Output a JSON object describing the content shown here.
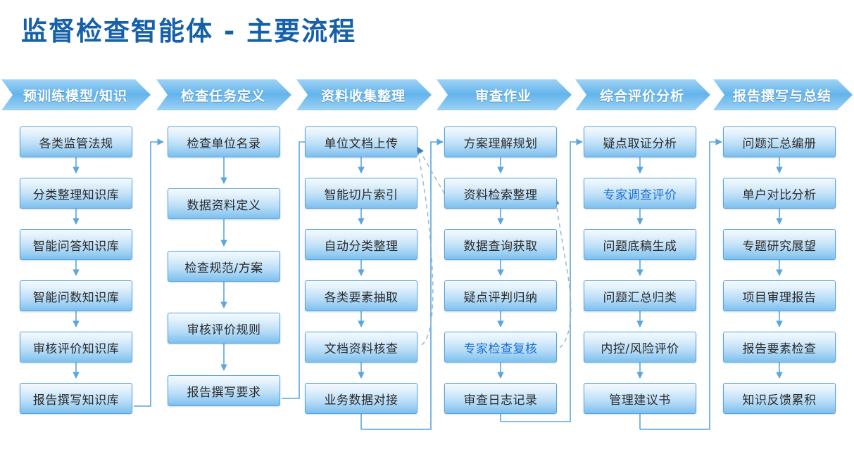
{
  "title": "监督检查智能体 - 主要流程",
  "theme": {
    "title_color": "#1560a8",
    "header_gradient_from": "#9fd3f5",
    "header_gradient_to": "#63b4ec",
    "box_border": "#5ba3dd",
    "box_text": "#2b2b2b",
    "accent_text": "#1b6fd0",
    "connector": "#5aa6de",
    "dashed_connector": "#9bb8cc"
  },
  "columns": [
    {
      "header": "预训练模型/知识",
      "nodes": [
        {
          "label": "各类监管法规",
          "accent": false
        },
        {
          "label": "分类整理知识库",
          "accent": false
        },
        {
          "label": "智能问答知识库",
          "accent": false
        },
        {
          "label": "智能问数知识库",
          "accent": false
        },
        {
          "label": "审核评价知识库",
          "accent": false
        },
        {
          "label": "报告撰写知识库",
          "accent": false
        }
      ]
    },
    {
      "header": "检查任务定义",
      "nodes": [
        {
          "label": "检查单位名录",
          "accent": false
        },
        {
          "label": "数据资料定义",
          "accent": false
        },
        {
          "label": "检查规范/方案",
          "accent": false
        },
        {
          "label": "审核评价规则",
          "accent": false
        },
        {
          "label": "报告撰写要求",
          "accent": false
        }
      ]
    },
    {
      "header": "资料收集整理",
      "nodes": [
        {
          "label": "单位文档上传",
          "accent": false
        },
        {
          "label": "智能切片索引",
          "accent": false
        },
        {
          "label": "自动分类整理",
          "accent": false
        },
        {
          "label": "各类要素抽取",
          "accent": false
        },
        {
          "label": "文档资料核查",
          "accent": false
        },
        {
          "label": "业务数据对接",
          "accent": false
        }
      ]
    },
    {
      "header": "审查作业",
      "nodes": [
        {
          "label": "方案理解规划",
          "accent": false
        },
        {
          "label": "资料检索整理",
          "accent": false
        },
        {
          "label": "数据查询获取",
          "accent": false
        },
        {
          "label": "疑点评判归纳",
          "accent": false
        },
        {
          "label": "专家检查复核",
          "accent": true
        },
        {
          "label": "审查日志记录",
          "accent": false
        }
      ]
    },
    {
      "header": "综合评价分析",
      "nodes": [
        {
          "label": "疑点取证分析",
          "accent": false
        },
        {
          "label": "专家调查评价",
          "accent": true
        },
        {
          "label": "问题底稿生成",
          "accent": false
        },
        {
          "label": "问题汇总归类",
          "accent": false
        },
        {
          "label": "内控/风险评价",
          "accent": false
        },
        {
          "label": "管理建议书",
          "accent": false
        }
      ]
    },
    {
      "header": "报告撰写与总结",
      "nodes": [
        {
          "label": "问题汇总编册",
          "accent": false
        },
        {
          "label": "单户对比分析",
          "accent": false
        },
        {
          "label": "专题研究展望",
          "accent": false
        },
        {
          "label": "项目审理报告",
          "accent": false
        },
        {
          "label": "报告要素检查",
          "accent": false
        },
        {
          "label": "知识反馈累积",
          "accent": false
        }
      ]
    }
  ],
  "feedback_links": [
    {
      "from": "文档资料核查",
      "to": "单位文档上传",
      "style": "dashed"
    },
    {
      "from": "资料检索整理",
      "to": "单位文档上传",
      "style": "dashed"
    },
    {
      "from": "专家检查复核",
      "to": "资料检索整理",
      "style": "dashed"
    }
  ]
}
